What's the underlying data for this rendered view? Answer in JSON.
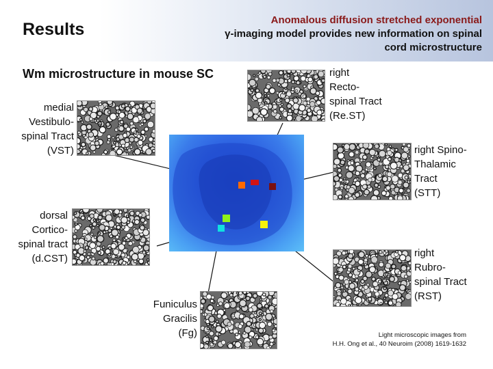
{
  "title": "Results",
  "subtitle_line1": "Anomalous diffusion stretched exponential",
  "subtitle_line2": "γ-imaging model provides new information on spinal",
  "subtitle_line3": "cord microstructure",
  "section_heading": "Wm microstructure in mouse SC",
  "labels": {
    "vst": [
      "medial",
      "Vestibulo-",
      "spinal Tract",
      "(VST)"
    ],
    "dcst": [
      "dorsal",
      "Cortico-",
      "spinal tract",
      "(d.CST)"
    ],
    "fg": [
      "Funiculus",
      "Gracilis",
      "(Fg)"
    ],
    "rest": [
      "right",
      "Recto-",
      "spinal Tract",
      "(Re.ST)"
    ],
    "stt": [
      "right Spino-",
      "Thalamic",
      "Tract",
      "(STT)"
    ],
    "rst": [
      "right",
      "Rubro-",
      "spinal Tract",
      "(RST)"
    ]
  },
  "citation_line1": "Light microscopic images from",
  "citation_line2": "H.H. Ong et al., 40 Neuroim (2008) 1619-1632",
  "colors": {
    "marker_orange": "#ff6a00",
    "marker_red": "#d11414",
    "marker_darkred": "#7a1010",
    "marker_green": "#8ff21a",
    "marker_cyan": "#10e0e0",
    "marker_yellow": "#f6f20a",
    "scan_blue": "#2c5fe0"
  }
}
